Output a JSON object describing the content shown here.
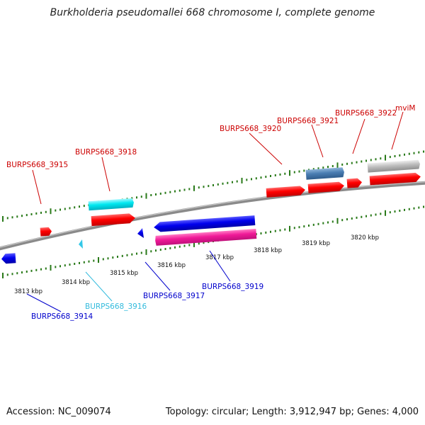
{
  "title": "Burkholderia pseudomallei 668 chromosome I, complete genome",
  "footer": {
    "accession": "Accession: NC_009074",
    "summary": "Topology: circular; Length: 3,912,947 bp; Genes: 4,000"
  },
  "colors": {
    "backbone": "#888888",
    "tick": "#2a7a1a",
    "forward_gene": "#ff0000",
    "reverse_gene": "#0000dd",
    "cyan_gene": "#00e5ee",
    "magenta_gene": "#ee1199",
    "steelblue_gene": "#4d7fb0",
    "grey_gene": "#bbbbbb",
    "forward_label": "#cc0000",
    "reverse_label": "#0000cc",
    "cyan_label": "#33bbdd"
  },
  "scale_labels": [
    "3813 kbp",
    "3814 kbp",
    "3815 kbp",
    "3816 kbp",
    "3817 kbp",
    "3818 kbp",
    "3819 kbp",
    "3820 kbp"
  ],
  "gene_labels": {
    "burps668_3915": "BURPS668_3915",
    "burps668_3918": "BURPS668_3918",
    "burps668_3920": "BURPS668_3920",
    "burps668_3921": "BURPS668_3921",
    "burps668_3922": "BURPS668_3922",
    "mvim": "mviM",
    "burps668_3914": "BURPS668_3914",
    "burps668_3916": "BURPS668_3916",
    "burps668_3917": "BURPS668_3917",
    "burps668_3919": "BURPS668_3919"
  }
}
